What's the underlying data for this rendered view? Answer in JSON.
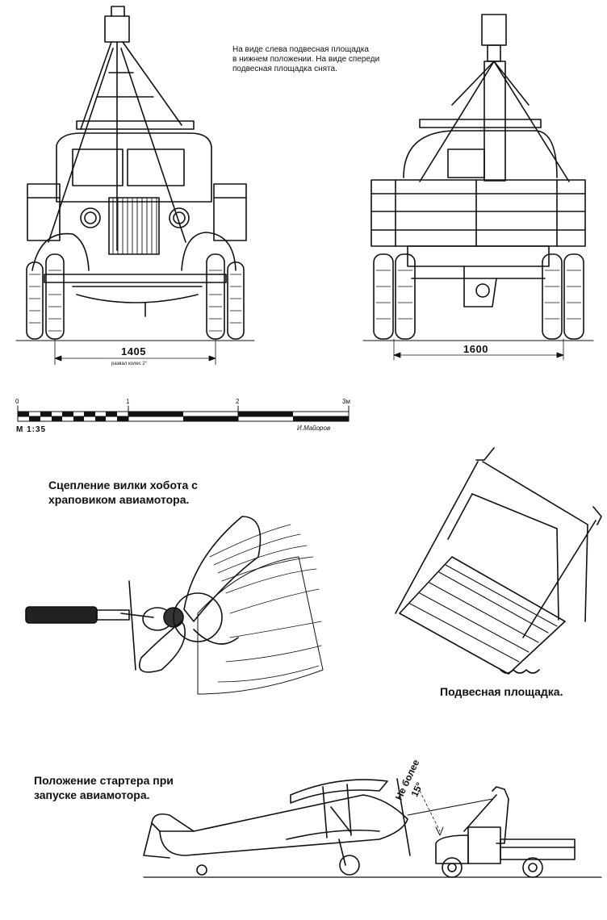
{
  "note": {
    "line1": "На виде слева подвесная площадка",
    "line2": "в нижнем положении. На виде спереди",
    "line3": "подвесная площадка снята."
  },
  "dimensions": {
    "front_track": "1405",
    "front_note": "развал колес 2°",
    "rear_track": "1600"
  },
  "scale_bar": {
    "ticks": [
      "0",
      "1",
      "2",
      "3м"
    ],
    "label": "М 1:35",
    "author": "И.Майоров"
  },
  "captions": {
    "coupling_line1": "Сцепление вилки хобота с",
    "coupling_line2": "храповиком авиамотора.",
    "platform": "Подвесная площадка.",
    "starter_line1": "Положение стартера при",
    "starter_line2": "запуске авиамотора."
  },
  "angle_note": {
    "line1": "Не более",
    "line2": "15°"
  },
  "colors": {
    "ink": "#111111",
    "paper": "#ffffff"
  }
}
